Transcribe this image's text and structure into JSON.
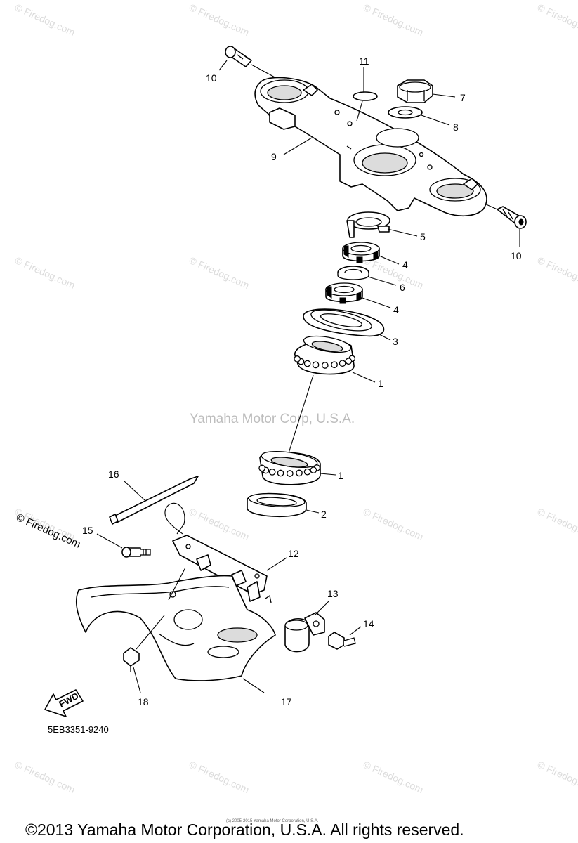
{
  "diagram": {
    "watermark_center": "Yamaha Motor Corp, U.S.A.",
    "watermark_site": "Firedog.com",
    "firedog_logo": "© Firedog.com",
    "part_code": "5EB3351-9240",
    "fwd_label": "FWD",
    "small_print": "(c) 2005-2015 Yamaha Motor Corporation, U.S.A.",
    "copyright": "©2013 Yamaha Motor Corporation, U.S.A. All rights reserved.",
    "callouts": {
      "c1a": "1",
      "c1b": "1",
      "c2": "2",
      "c3": "3",
      "c4a": "4",
      "c4b": "4",
      "c5": "5",
      "c6": "6",
      "c7": "7",
      "c8": "8",
      "c9": "9",
      "c10a": "10",
      "c10b": "10",
      "c11": "11",
      "c12": "12",
      "c13": "13",
      "c14": "14",
      "c15": "15",
      "c16": "16",
      "c17": "17",
      "c18": "18"
    }
  }
}
